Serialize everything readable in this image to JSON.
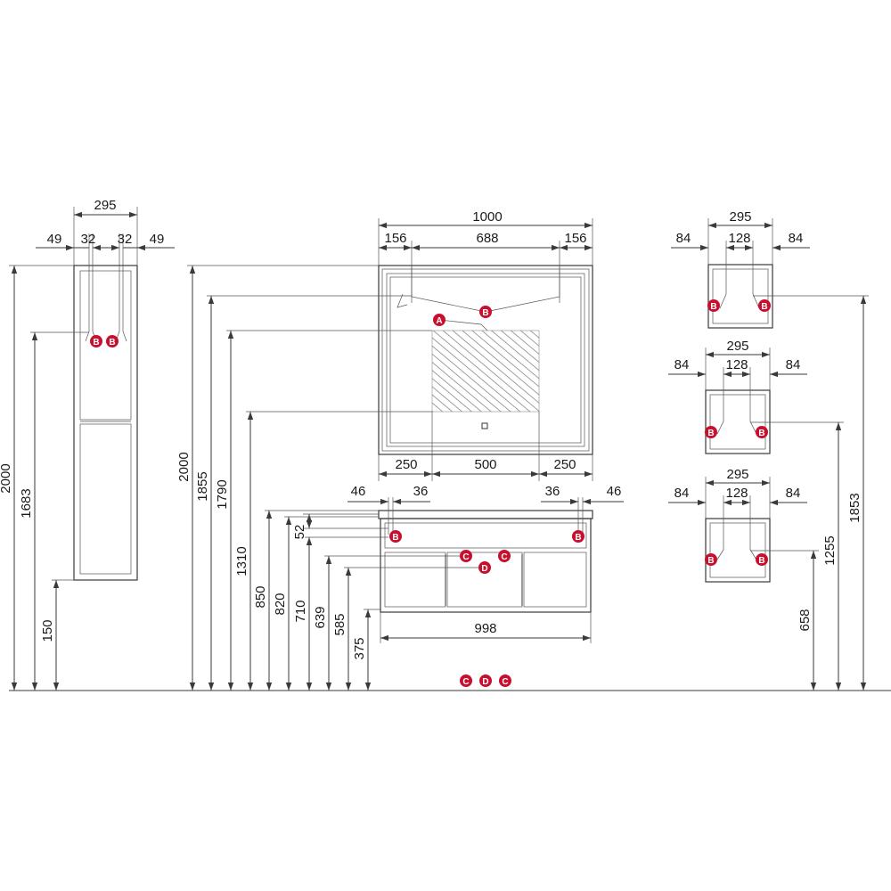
{
  "colors": {
    "line": "#3a3a3a",
    "marker": "#c8102e",
    "marker_text": "#ffffff",
    "text": "#1a1a1a"
  },
  "marker_labels": {
    "a": "A",
    "b": "B",
    "c": "C",
    "d": "D"
  },
  "tall_cabinet": {
    "width": "295",
    "side_left": "49",
    "side_right": "49",
    "hole_left": "32",
    "hole_right": "32",
    "height": "2000",
    "hook_height": "1683",
    "base_height": "150"
  },
  "mirror": {
    "width": "1000",
    "side_left": "156",
    "center": "688",
    "side_right": "156",
    "bottom_left": "250",
    "bottom_center": "500",
    "bottom_right": "250",
    "height_top": "2000",
    "height_hooks": "1855",
    "height_panel": "1790",
    "height_bottom": "1310"
  },
  "vanity": {
    "width": "998",
    "hole_left_outer": "46",
    "hole_left_inner": "36",
    "hole_right_inner": "36",
    "hole_right_outer": "46",
    "top_thickness": "52",
    "height_top": "850",
    "height_hooks": "820",
    "height_drawer": "710",
    "height_rail": "639",
    "height_handle": "585",
    "height_bottom": "375"
  },
  "wall_cabinets": [
    {
      "width": "295",
      "side_left": "84",
      "center": "128",
      "side_right": "84",
      "height": "1853"
    },
    {
      "width": "295",
      "side_left": "84",
      "center": "128",
      "side_right": "84",
      "height": "1255"
    },
    {
      "width": "295",
      "side_left": "84",
      "center": "128",
      "side_right": "84",
      "height": "658"
    }
  ]
}
